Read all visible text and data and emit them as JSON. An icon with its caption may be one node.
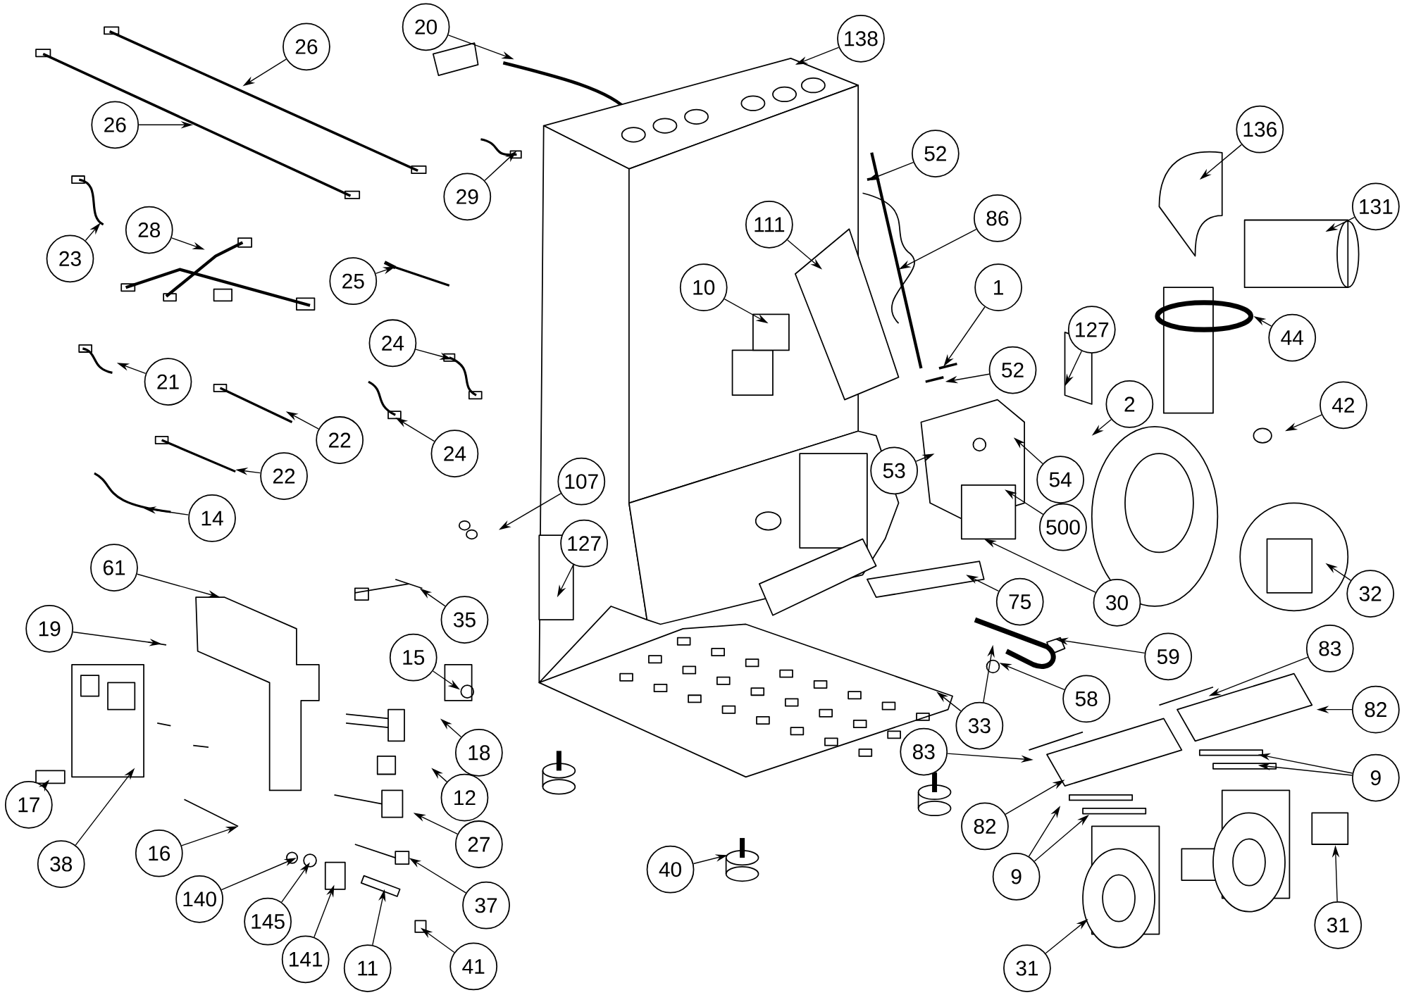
{
  "diagram": {
    "nodes": [
      {
        "text": [
          "26"
        ]
      },
      {
        "text": [
          "26"
        ]
      },
      {
        "text": [
          "20"
        ]
      },
      {
        "text": [
          "138"
        ]
      },
      {
        "text": [
          "29"
        ]
      },
      {
        "text": [
          "23"
        ]
      },
      {
        "text": [
          "28"
        ]
      },
      {
        "text": [
          "25"
        ]
      },
      {
        "text": [
          "52"
        ]
      },
      {
        "text": [
          "111"
        ]
      },
      {
        "text": [
          "86"
        ]
      },
      {
        "text": [
          "136"
        ]
      },
      {
        "text": [
          "131"
        ]
      },
      {
        "text": [
          "10"
        ]
      },
      {
        "text": [
          "1"
        ]
      },
      {
        "text": [
          "24"
        ]
      },
      {
        "text": [
          "127"
        ]
      },
      {
        "text": [
          "44"
        ]
      },
      {
        "text": [
          "21"
        ]
      },
      {
        "text": [
          "52"
        ]
      },
      {
        "text": [
          "42"
        ]
      },
      {
        "text": [
          "2"
        ]
      },
      {
        "text": [
          "22"
        ]
      },
      {
        "text": [
          "24"
        ]
      },
      {
        "text": [
          "53"
        ]
      },
      {
        "text": [
          "54"
        ]
      },
      {
        "text": [
          "22"
        ]
      },
      {
        "text": [
          "107"
        ]
      },
      {
        "text": [
          "500"
        ]
      },
      {
        "text": [
          "14"
        ]
      },
      {
        "text": [
          "127"
        ]
      },
      {
        "text": [
          "61"
        ]
      },
      {
        "text": [
          "75"
        ]
      },
      {
        "text": [
          "30"
        ]
      },
      {
        "text": [
          "32"
        ]
      },
      {
        "text": [
          "35"
        ]
      },
      {
        "text": [
          "19"
        ]
      },
      {
        "text": [
          "15"
        ]
      },
      {
        "text": [
          "59"
        ]
      },
      {
        "text": [
          "83"
        ]
      },
      {
        "text": [
          "58"
        ]
      },
      {
        "text": [
          "33"
        ]
      },
      {
        "text": [
          "82"
        ]
      },
      {
        "text": [
          "18"
        ]
      },
      {
        "text": [
          "83"
        ]
      },
      {
        "text": [
          "9"
        ]
      },
      {
        "text": [
          "17"
        ]
      },
      {
        "text": [
          "12"
        ]
      },
      {
        "text": [
          "82"
        ]
      },
      {
        "text": [
          "38"
        ]
      },
      {
        "text": [
          "16"
        ]
      },
      {
        "text": [
          "27"
        ]
      },
      {
        "text": [
          "40"
        ]
      },
      {
        "text": [
          "9"
        ]
      },
      {
        "text": [
          "140"
        ]
      },
      {
        "text": [
          "37"
        ]
      },
      {
        "text": [
          "145"
        ]
      },
      {
        "text": [
          "31"
        ]
      },
      {
        "text": [
          "31"
        ]
      },
      {
        "text": [
          "141"
        ]
      },
      {
        "text": [
          "11"
        ]
      },
      {
        "text": [
          "41"
        ]
      }
    ],
    "edges": [
      {
        "from": 0,
        "to": null,
        "arrow": "to"
      },
      {
        "from": 1,
        "to": null,
        "arrow": "to"
      },
      {
        "from": 2,
        "to": null,
        "arrow": "to"
      },
      {
        "from": 3,
        "to": null,
        "arrow": "to"
      },
      {
        "from": 4,
        "to": null,
        "arrow": "to"
      },
      {
        "from": 5,
        "to": null,
        "arrow": "to"
      },
      {
        "from": 6,
        "to": null,
        "arrow": "to"
      },
      {
        "from": 7,
        "to": null,
        "arrow": "to"
      },
      {
        "from": 8,
        "to": null,
        "arrow": "to"
      },
      {
        "from": 9,
        "to": null,
        "arrow": "to"
      },
      {
        "from": 10,
        "to": null,
        "arrow": "to"
      },
      {
        "from": 11,
        "to": null,
        "arrow": "to"
      },
      {
        "from": 12,
        "to": null,
        "arrow": "to"
      },
      {
        "from": 13,
        "to": null,
        "arrow": "to"
      },
      {
        "from": 14,
        "to": null,
        "arrow": "to"
      },
      {
        "from": 15,
        "to": null,
        "arrow": "to"
      },
      {
        "from": 16,
        "to": null,
        "arrow": "to"
      },
      {
        "from": 17,
        "to": null,
        "arrow": "to"
      },
      {
        "from": 18,
        "to": null,
        "arrow": "to"
      },
      {
        "from": 19,
        "to": null,
        "arrow": "to"
      },
      {
        "from": 20,
        "to": null,
        "arrow": "to"
      },
      {
        "from": 21,
        "to": null,
        "arrow": "to"
      },
      {
        "from": 22,
        "to": null,
        "arrow": "to"
      },
      {
        "from": 23,
        "to": null,
        "arrow": "to"
      },
      {
        "from": 24,
        "to": null,
        "arrow": "to"
      },
      {
        "from": 25,
        "to": null,
        "arrow": "to"
      },
      {
        "from": 26,
        "to": null,
        "arrow": "to"
      },
      {
        "from": 27,
        "to": null,
        "arrow": "to"
      },
      {
        "from": 28,
        "to": null,
        "arrow": "to"
      },
      {
        "from": 29,
        "to": null,
        "arrow": "to"
      },
      {
        "from": 30,
        "to": null,
        "arrow": "to"
      },
      {
        "from": 31,
        "to": null,
        "arrow": "to"
      },
      {
        "from": 32,
        "to": null,
        "arrow": "to"
      },
      {
        "from": 33,
        "to": null,
        "arrow": "to"
      },
      {
        "from": 34,
        "to": null,
        "arrow": "to"
      },
      {
        "from": 35,
        "to": null,
        "arrow": "to"
      },
      {
        "from": 36,
        "to": null,
        "arrow": "to"
      },
      {
        "from": 37,
        "to": null,
        "arrow": "to"
      },
      {
        "from": 38,
        "to": null,
        "arrow": "to"
      },
      {
        "from": 39,
        "to": null,
        "arrow": "to"
      },
      {
        "from": 40,
        "to": null,
        "arrow": "to"
      },
      {
        "from": 41,
        "to": null,
        "arrow": "to"
      },
      {
        "from": 41,
        "to": null,
        "arrow": "to"
      },
      {
        "from": 42,
        "to": null,
        "arrow": "to"
      },
      {
        "from": 43,
        "to": null,
        "arrow": "to"
      },
      {
        "from": 44,
        "to": null,
        "arrow": "to"
      },
      {
        "from": 45,
        "to": null,
        "arrow": "to"
      },
      {
        "from": 45,
        "to": null,
        "arrow": "to"
      },
      {
        "from": 46,
        "to": null,
        "arrow": "to"
      },
      {
        "from": 47,
        "to": null,
        "arrow": "to"
      },
      {
        "from": 48,
        "to": null,
        "arrow": "to"
      },
      {
        "from": 49,
        "to": null,
        "arrow": "to"
      },
      {
        "from": 50,
        "to": null,
        "arrow": "to"
      },
      {
        "from": 51,
        "to": null,
        "arrow": "to"
      },
      {
        "from": 52,
        "to": null,
        "arrow": "to"
      },
      {
        "from": 53,
        "to": null,
        "arrow": "to"
      },
      {
        "from": 53,
        "to": null,
        "arrow": "to"
      },
      {
        "from": 54,
        "to": null,
        "arrow": "to"
      },
      {
        "from": 55,
        "to": null,
        "arrow": "to"
      },
      {
        "from": 56,
        "to": null,
        "arrow": "to"
      },
      {
        "from": 57,
        "to": null,
        "arrow": "to"
      },
      {
        "from": 58,
        "to": null,
        "arrow": "to"
      },
      {
        "from": 59,
        "to": null,
        "arrow": "to"
      },
      {
        "from": 60,
        "to": null,
        "arrow": "to"
      },
      {
        "from": 61,
        "to": null,
        "arrow": "to"
      }
    ]
  }
}
